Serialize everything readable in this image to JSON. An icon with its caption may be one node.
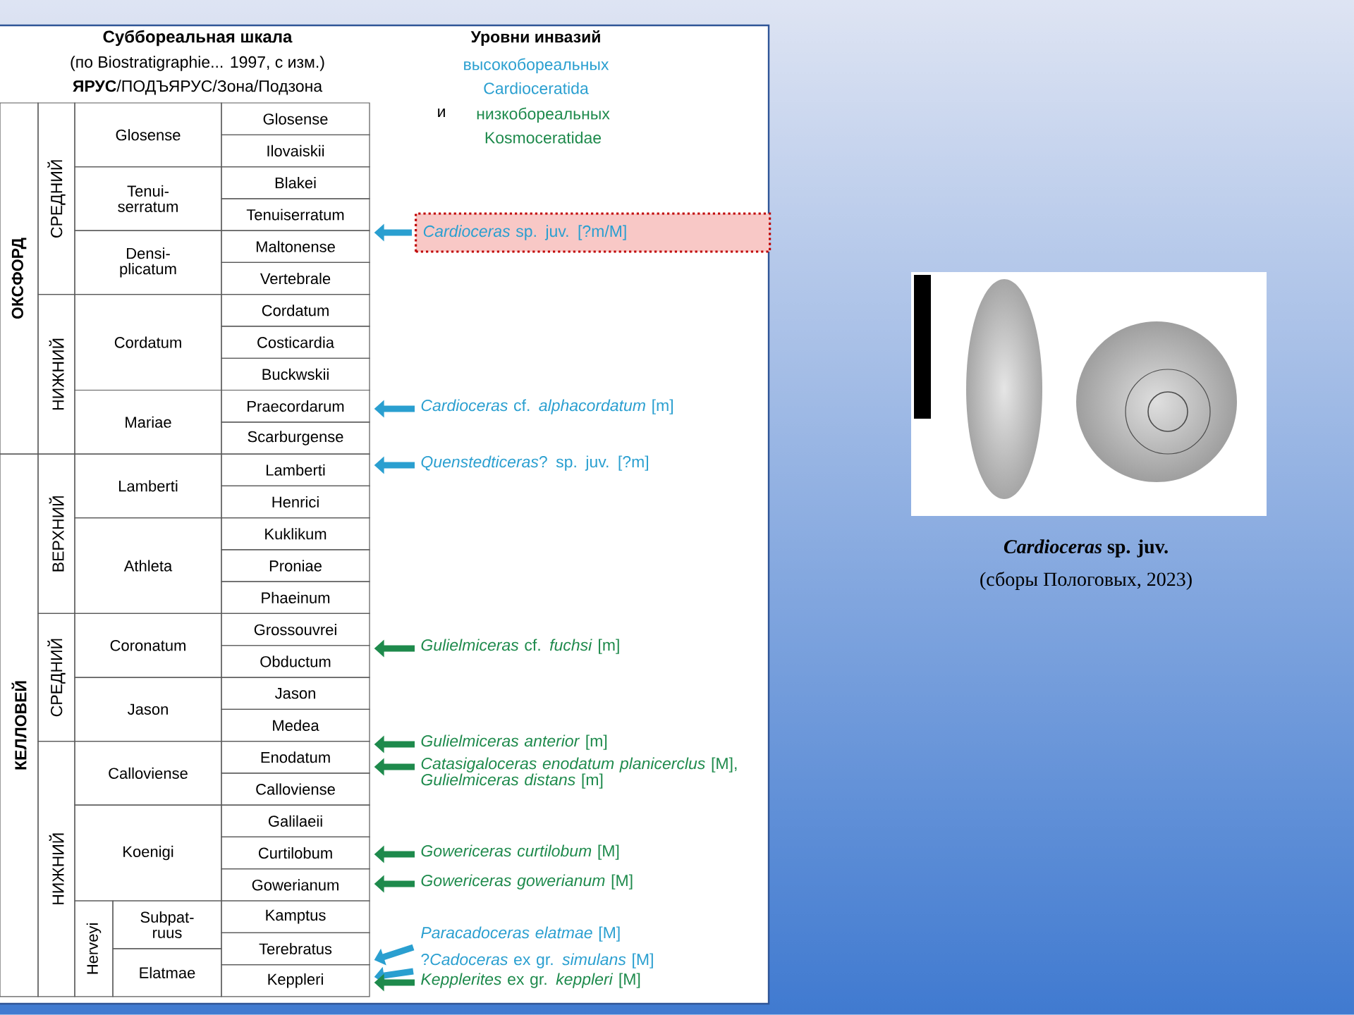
{
  "diagram": {
    "title": "Суббореальная шкала",
    "nodes": [
      {
        "text": [
          "ОКСФОРД"
        ]
      },
      {
        "text": [
          "СРЕДНИЙ"
        ]
      },
      {
        "text": [
          "Glosense"
        ]
      },
      {
        "text": [
          "Glosense"
        ]
      },
      {
        "text": [
          "Ilovaiskii"
        ]
      },
      {
        "text": [
          "Tenui-serratum"
        ]
      },
      {
        "text": [
          "Blakei"
        ]
      },
      {
        "text": [
          "Tenuiserratum"
        ]
      },
      {
        "text": [
          "Densi-plicatum"
        ]
      },
      {
        "text": [
          "Maltonense"
        ]
      },
      {
        "text": [
          "Vertebrale"
        ]
      },
      {
        "text": [
          "НИЖНИЙ"
        ]
      },
      {
        "text": [
          "Cordatum"
        ]
      },
      {
        "text": [
          "Cordatum"
        ]
      },
      {
        "text": [
          "Costicardia"
        ]
      },
      {
        "text": [
          "Buckwskii"
        ]
      },
      {
        "text": [
          "Mariae"
        ]
      },
      {
        "text": [
          "Praecordarum"
        ]
      },
      {
        "text": [
          "Scarburgense"
        ]
      },
      {
        "text": [
          "КЕЛЛОВЕЙ"
        ]
      },
      {
        "text": [
          "ВЕРХНИЙ"
        ]
      },
      {
        "text": [
          "Lamberti"
        ]
      },
      {
        "text": [
          "Lamberti"
        ]
      },
      {
        "text": [
          "Henrici"
        ]
      },
      {
        "text": [
          "Athleta"
        ]
      },
      {
        "text": [
          "Kuklikum"
        ]
      },
      {
        "text": [
          "Proniae"
        ]
      },
      {
        "text": [
          "Phaeinum"
        ]
      },
      {
        "text": [
          "СРЕДНИЙ"
        ]
      },
      {
        "text": [
          "Coronatum"
        ]
      },
      {
        "text": [
          "Grossouvrei"
        ]
      },
      {
        "text": [
          "Obductum"
        ]
      },
      {
        "text": [
          "Jason"
        ]
      },
      {
        "text": [
          "Jason"
        ]
      },
      {
        "text": [
          "Medea"
        ]
      },
      {
        "text": [
          "НИЖНИЙ"
        ]
      },
      {
        "text": [
          "Calloviense"
        ]
      },
      {
        "text": [
          "Enodatum"
        ]
      },
      {
        "text": [
          "Calloviense"
        ]
      },
      {
        "text": [
          "Koenigi"
        ]
      },
      {
        "text": [
          "Galilaeii"
        ]
      },
      {
        "text": [
          "Curtilobum"
        ]
      },
      {
        "text": [
          "Gowerianum"
        ]
      },
      {
        "text": [
          "Herveyi"
        ]
      },
      {
        "text": [
          "Subpat-ruus"
        ]
      },
      {
        "text": [
          "Kamptus"
        ]
      },
      {
        "text": [
          "Terebratus"
        ]
      },
      {
        "text": [
          "Elatmae"
        ]
      },
      {
        "text": [
          "Keppleri"
        ]
      },
      {
        "text": [
          "*Cardioceras* sp. juv. [?m/M]"
        ]
      },
      {
        "text": [
          "*Cardioceras* cf. *alphacordatum* [m]"
        ]
      },
      {
        "text": [
          "*Quenstedticeras*? sp. juv. [?m]"
        ]
      },
      {
        "text": [
          "*Gulielmiceras* cf. *fuchsi* [m]"
        ]
      },
      {
        "text": [
          "*Gulielmiceras anterior* [m]"
        ]
      },
      {
        "text": [
          "*Catasigaloceras enodatum planicerclus* [M], *Gulielmiceras distans* [m]"
        ]
      },
      {
        "text": [
          "*Gowericeras curtilobum* [M]"
        ]
      },
      {
        "text": [
          "*Gowericeras gowerianum* [M]"
        ]
      },
      {
        "text": [
          "*Paracadoceras elatmae* [M]"
        ]
      },
      {
        "text": [
          "?*Cadoceras* ex gr. *simulans* [M]"
        ]
      },
      {
        "text": [
          "*Kepplerites* ex gr. *keppleri* [M]"
        ]
      },
      {
        "text": [
          "*Cardioceras* sp. juv.",
          "(сборы Пологовых, 2023)"
        ]
      }
    ],
    "edges": [
      {
        "from": 49,
        "to": 7,
        "arrow": "to",
        "color": "#2a9fd0"
      },
      {
        "from": 50,
        "to": 17,
        "arrow": "to",
        "color": "#2a9fd0"
      },
      {
        "from": 51,
        "to": 22,
        "arrow": "to",
        "color": "#2a9fd0"
      },
      {
        "from": 52,
        "to": 31,
        "arrow": "to"
      },
      {
        "from": 53,
        "to": 37,
        "arrow": "to"
      },
      {
        "from": 54,
        "to": 37,
        "arrow": "to"
      },
      {
        "from": 55,
        "to": 41,
        "arrow": "to"
      },
      {
        "from": 56,
        "to": 42,
        "arrow": "to"
      },
      {
        "from": 57,
        "to": 46,
        "arrow": "to",
        "color": "#2a9fd0"
      },
      {
        "from": 58,
        "to": 48,
        "arrow": "to",
        "color": "#2a9fd0"
      },
      {
        "from": 59,
        "to": 48,
        "arrow": "to"
      }
    ],
    "labels": [
      "(по Biostratigraphie... 1997, с изм.)",
      "**ЯРУС**/ПОДЪЯРУС/Зона/Подзона",
      "Уровни инвазий",
      "высокобореальных Cardioceratida",
      "и",
      "низкобореальных Kosmoceratidae"
    ]
  }
}
